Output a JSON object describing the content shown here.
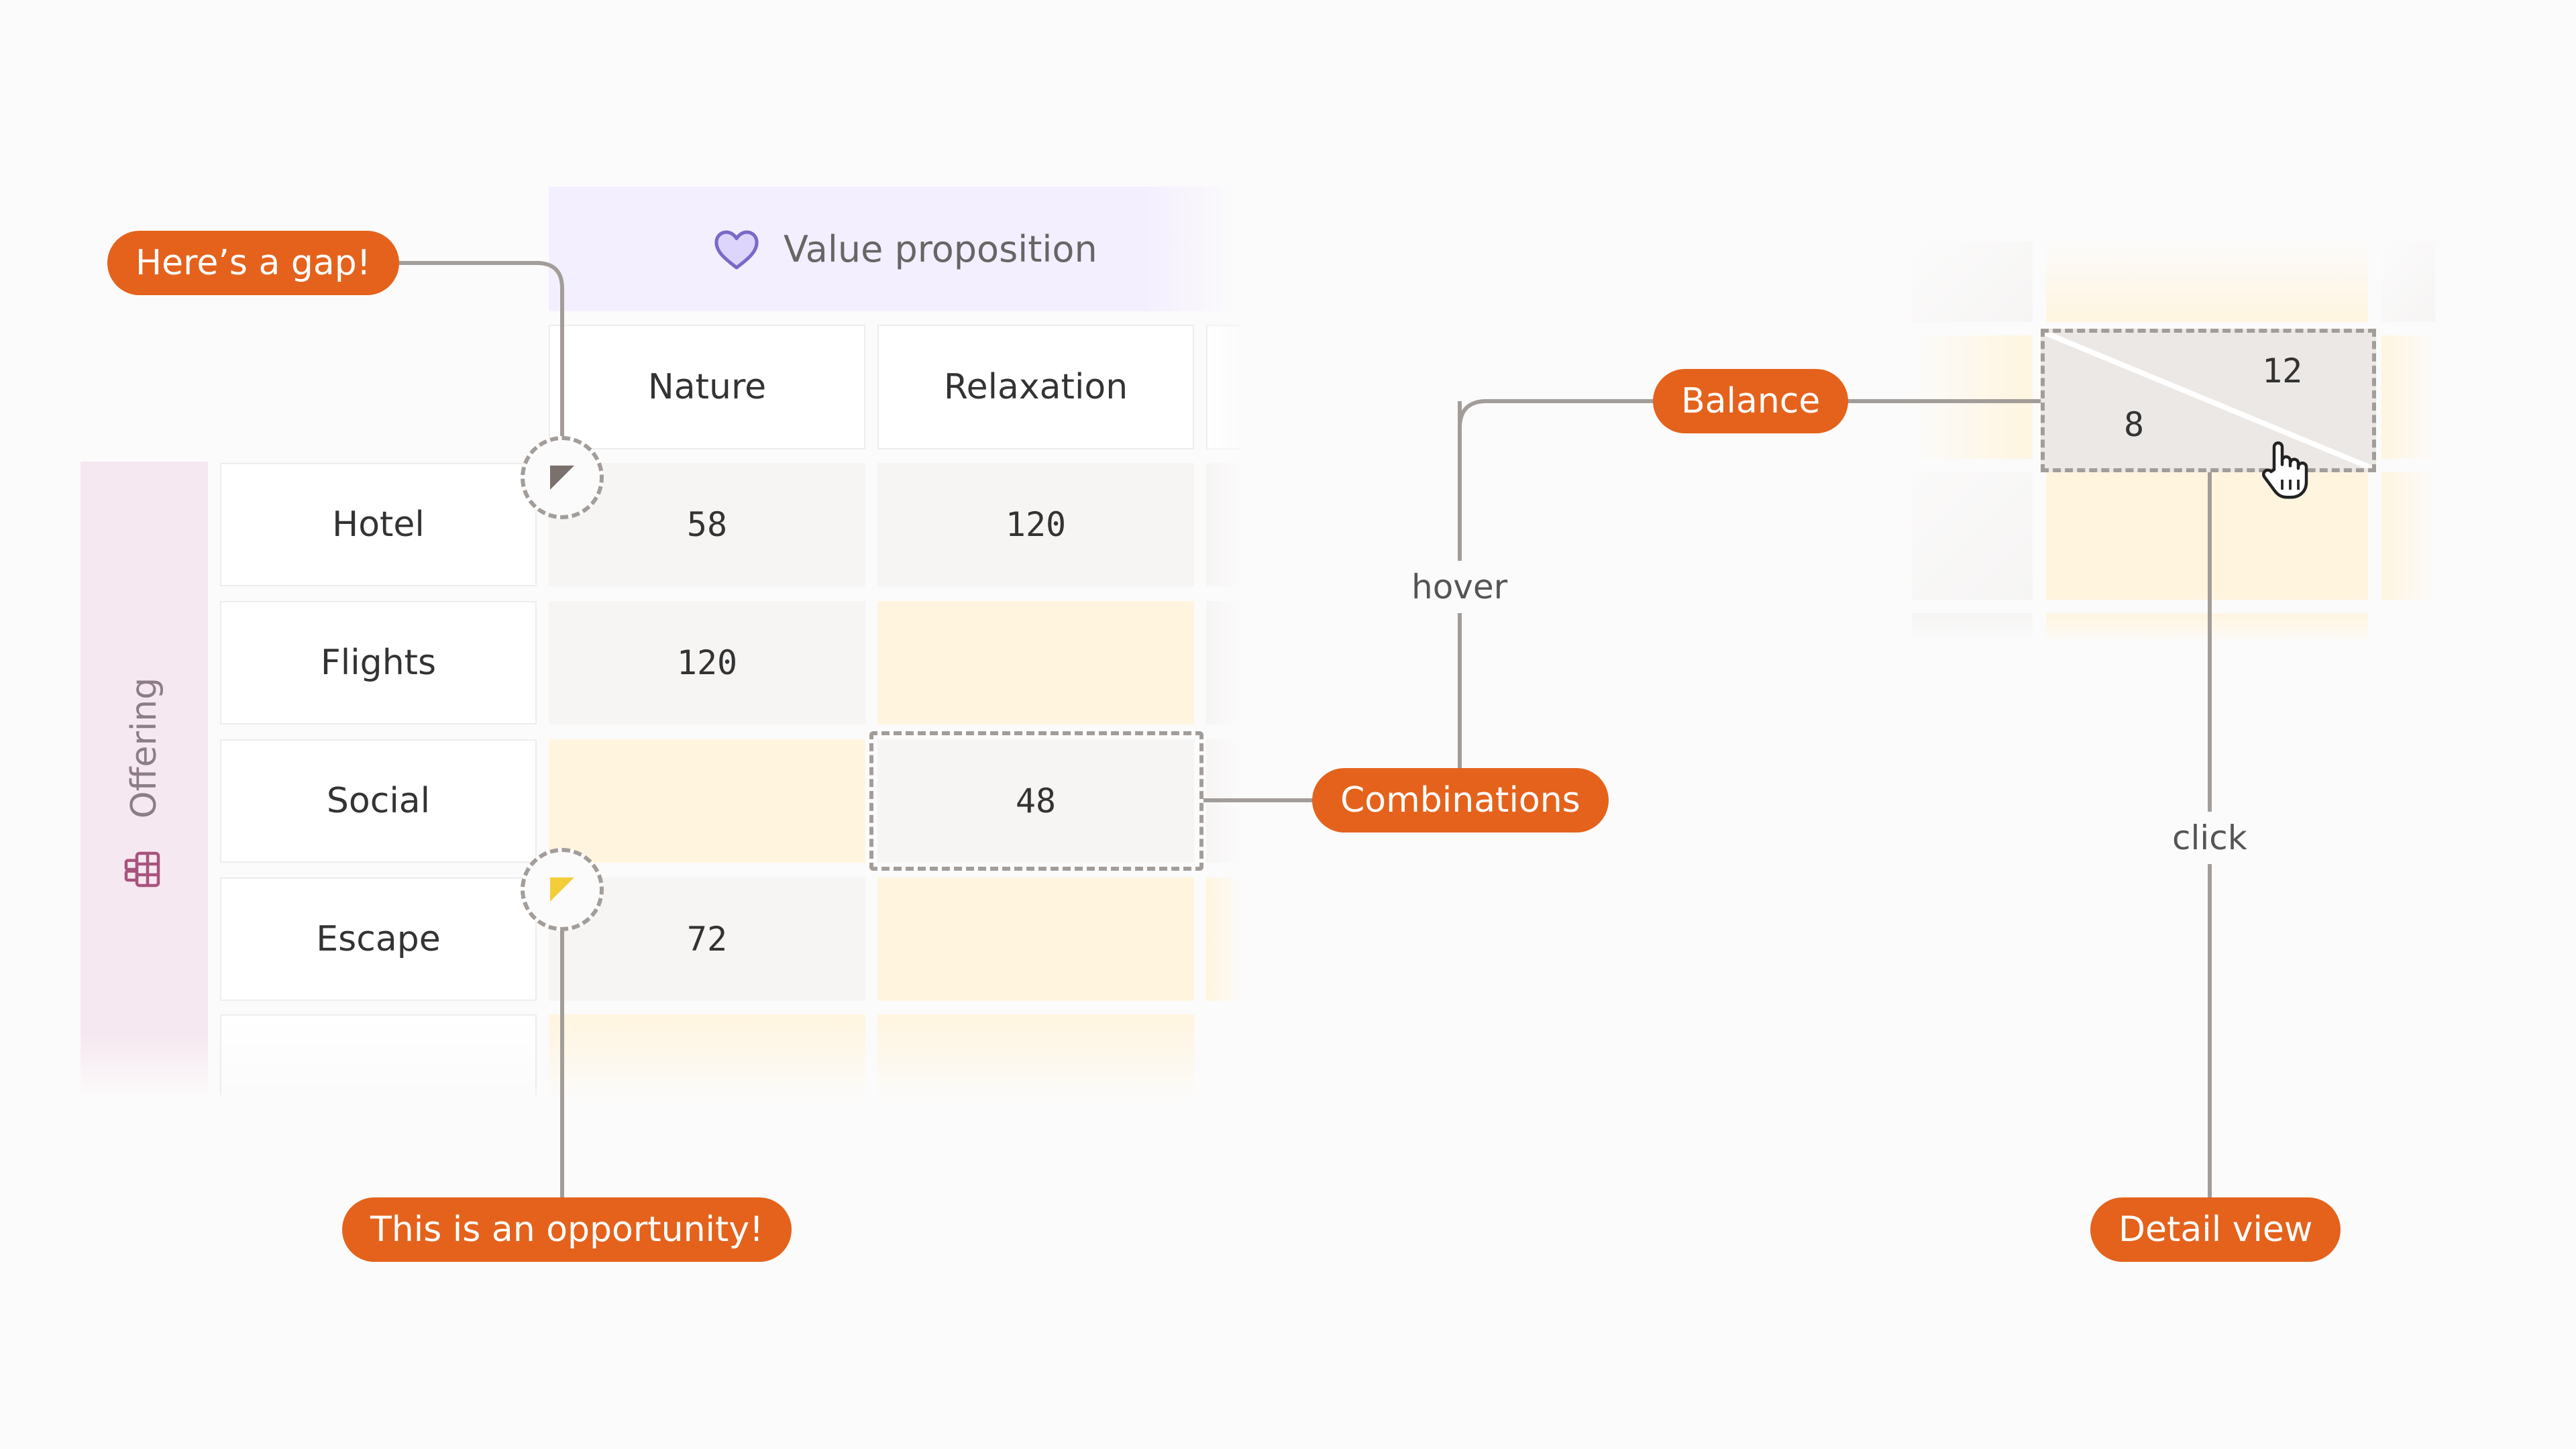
{
  "matrix": {
    "column_group_title": "Value proposition",
    "row_group_title": "Offering",
    "columns": [
      "Nature",
      "Relaxation"
    ],
    "rows": [
      "Hotel",
      "Flights",
      "Social",
      "Escape"
    ],
    "cells": [
      [
        "58",
        "120"
      ],
      [
        "120",
        ""
      ],
      [
        "",
        "48"
      ],
      [
        "72",
        ""
      ]
    ]
  },
  "callouts": {
    "gap": "Here’s a gap!",
    "opportunity": "This is an opportunity!",
    "combinations": "Combinations",
    "balance": "Balance",
    "detail_view": "Detail view"
  },
  "interactions": {
    "hover": "hover",
    "click": "click"
  },
  "detail_cell": {
    "top_right": "12",
    "bottom_left": "8"
  },
  "colors": {
    "accent_orange": "#e4621c",
    "gap_yellow": "#fff5df",
    "value_header_bg": "#f4f0ff",
    "offering_header_bg": "#f6e8f0",
    "gap_marker": "#7a716c",
    "opportunity_marker": "#f4cd38"
  },
  "icons": {
    "value_proposition": "heart-icon",
    "offering": "grid-icon",
    "pointer": "hand-pointer-icon"
  }
}
